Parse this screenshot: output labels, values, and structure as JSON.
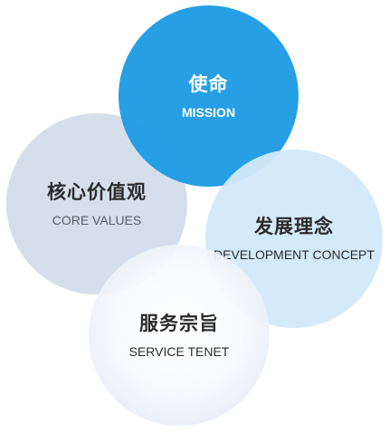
{
  "circles": {
    "mission": {
      "title": "使命",
      "subtitle": "MISSION",
      "color": "#1e9be4"
    },
    "core_values": {
      "title": "核心价值观",
      "subtitle": "CORE VALUES",
      "color": "#d0dbea"
    },
    "development_concept": {
      "title": "发展理念",
      "subtitle": "DEVELOPMENT CONCEPT",
      "color": "#d3e9f8"
    },
    "service_tenet": {
      "title": "服务宗旨",
      "subtitle": "SERVICE TENET",
      "color": "#f2f6fb"
    }
  }
}
